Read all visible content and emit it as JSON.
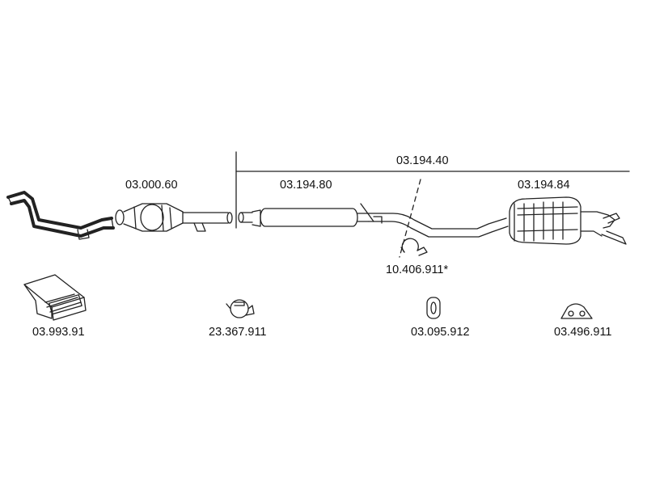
{
  "diagram": {
    "line_color": "#222222",
    "labels": {
      "exhaust_system": "03.194.40",
      "catalytic_converter": "03.000.60",
      "middle_silencer": "03.194.80",
      "rear_silencer": "03.194.84",
      "clamp_small": "10.406.911*",
      "mounting_kit": "03.993.91",
      "clamp": "23.367.911",
      "rubber_hanger": "03.095.912",
      "rubber_mount": "03.496.911"
    }
  }
}
